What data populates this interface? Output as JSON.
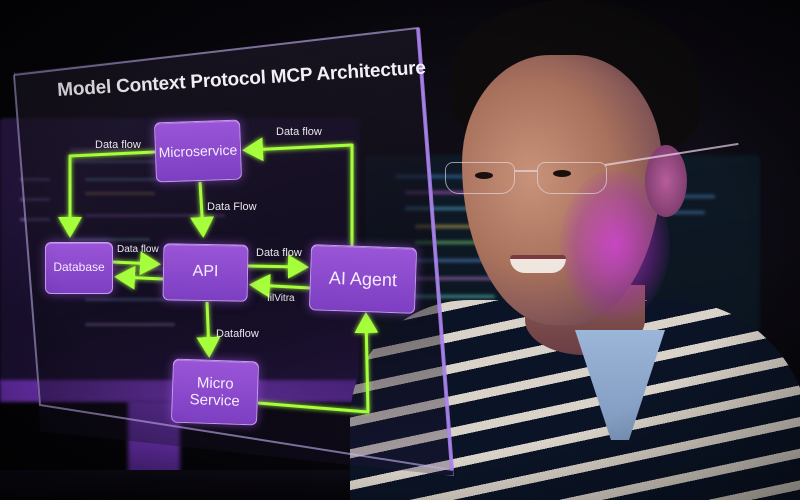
{
  "scene": {
    "description": "Man in striped polo with rimless glasses looking at a transparent holographic glass panel showing an architecture diagram; code monitors in background",
    "colors": {
      "node_fill": "#8a48cc",
      "node_border": "#c99bf5",
      "flow_arrow": "#a6ff3a",
      "background": "#050408",
      "accent_magenta": "#d73ce6"
    }
  },
  "diagram": {
    "title": "Model Context Protocol MCP Architecture",
    "nodes": {
      "microservice_top": "Microservice",
      "database": "Database",
      "api": "API",
      "ai_agent": "AI Agent",
      "micro_service_bottom_line1": "Micro",
      "micro_service_bottom_line2": "Service"
    },
    "flow_labels": {
      "microservice_to_database": "Data flow",
      "ai_agent_to_microservice": "Data flow",
      "microservice_to_api": "Data Flow",
      "database_api": "Data flow",
      "api_to_ai_agent": "Data flow",
      "ai_agent_to_api": "IilVitra",
      "api_to_micro_service": "Dataflow"
    }
  }
}
